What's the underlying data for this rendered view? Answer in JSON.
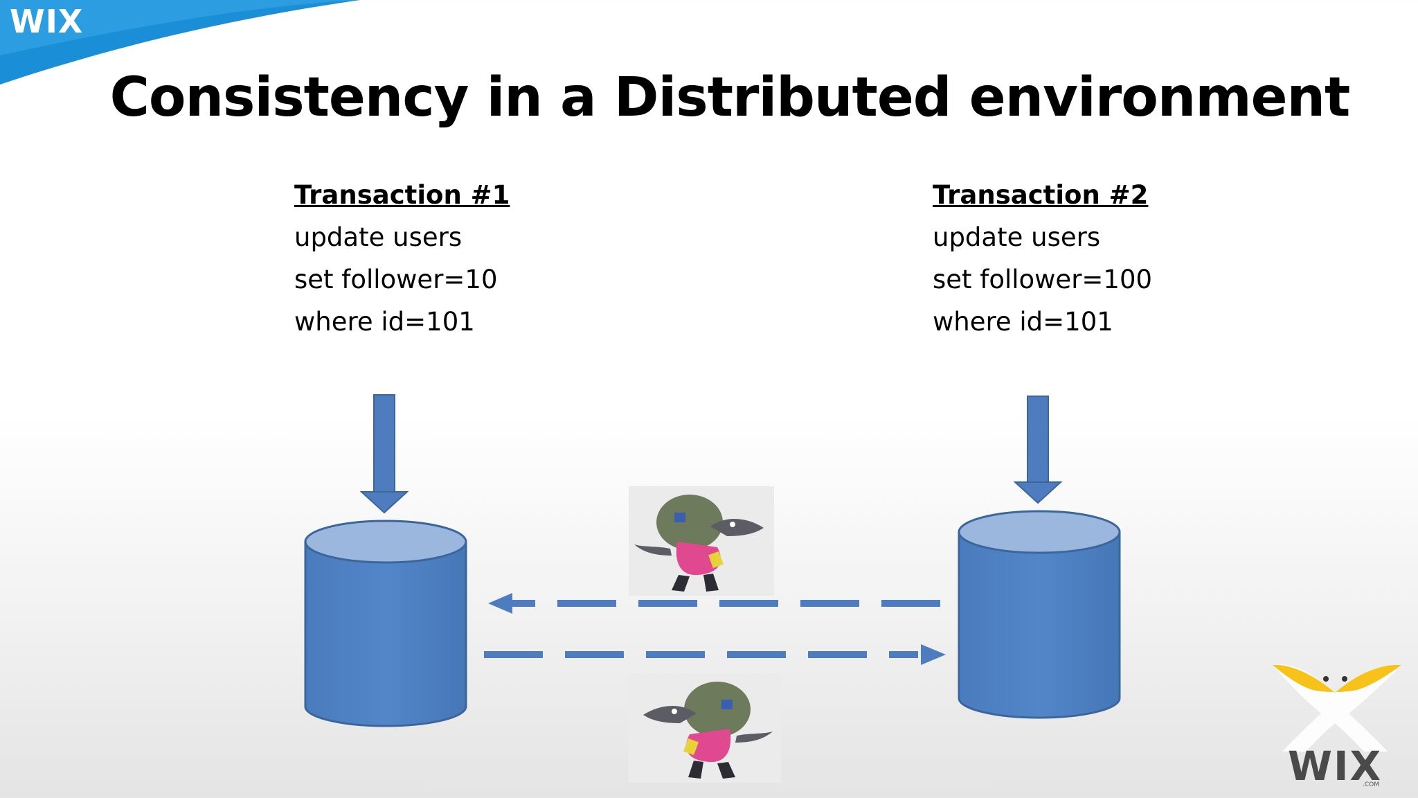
{
  "slide": {
    "title": "Consistency in a Distributed environment",
    "corner_logo": "WIX",
    "bottom_logo": "WIX",
    "bottom_logo_sub": ".COM"
  },
  "transactions": [
    {
      "title": "Transaction #1",
      "lines": [
        "update  users",
        "set  follower=10",
        "where  id=101"
      ]
    },
    {
      "title": "Transaction #2",
      "lines": [
        "update  users",
        "set  follower=100",
        "where  id=101"
      ]
    }
  ],
  "colors": {
    "cylinder_body": "#4f81c4",
    "cylinder_top": "#9bb7de",
    "cylinder_outline": "#3b669c",
    "arrow": "#4f7cbe",
    "dash": "#4f7cbe",
    "wix_yellow": "#f7c21a",
    "wix_blue": "#1a8ed6"
  },
  "icons": {
    "intruder": "wolf-thief-icon",
    "database": "database-cylinder-icon"
  }
}
